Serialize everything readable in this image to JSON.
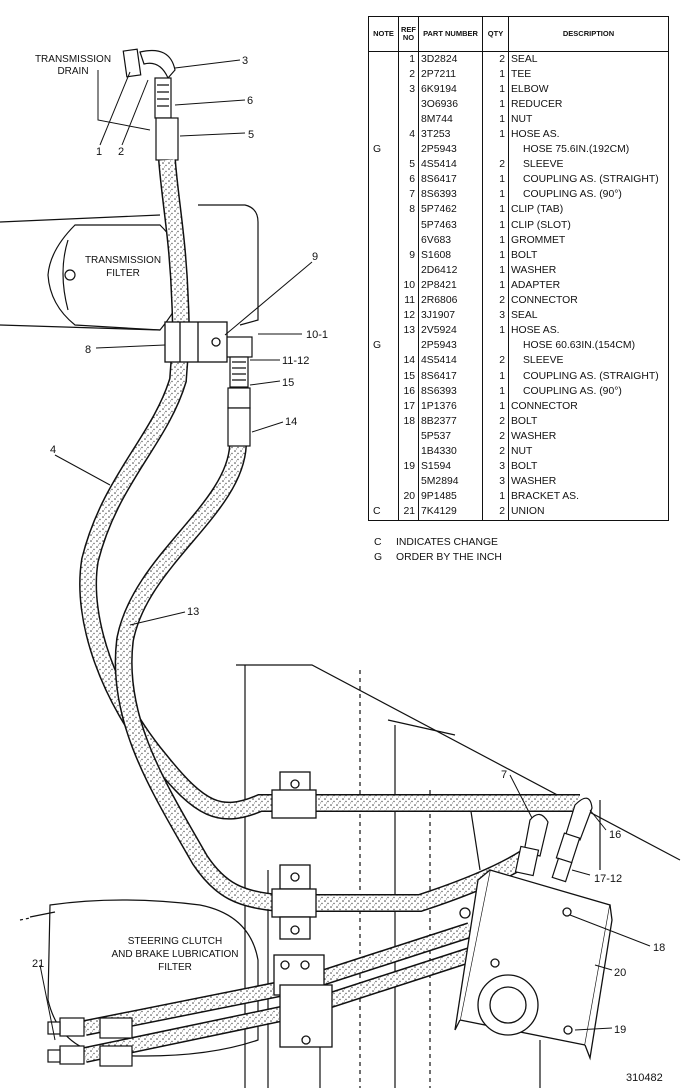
{
  "table": {
    "headers": {
      "note": "NOTE",
      "ref_no": "REF NO",
      "part_number": "PART NUMBER",
      "qty": "QTY",
      "description": "DESCRIPTION"
    },
    "rows": [
      {
        "note": "",
        "ref": "1",
        "part": "3D2824",
        "qty": "2",
        "desc": "SEAL",
        "indent": false
      },
      {
        "note": "",
        "ref": "2",
        "part": "2P7211",
        "qty": "1",
        "desc": "TEE",
        "indent": false
      },
      {
        "note": "",
        "ref": "3",
        "part": "6K9194",
        "qty": "1",
        "desc": "ELBOW",
        "indent": false
      },
      {
        "note": "",
        "ref": "",
        "part": "3O6936",
        "qty": "1",
        "desc": "REDUCER",
        "indent": false
      },
      {
        "note": "",
        "ref": "",
        "part": "8M744",
        "qty": "1",
        "desc": "NUT",
        "indent": false
      },
      {
        "note": "",
        "ref": "4",
        "part": "3T253",
        "qty": "1",
        "desc": "HOSE AS.",
        "indent": false
      },
      {
        "note": "G",
        "ref": "",
        "part": "2P5943",
        "qty": "",
        "desc": "HOSE 75.6IN.(192CM)",
        "indent": true
      },
      {
        "note": "",
        "ref": "5",
        "part": "4S5414",
        "qty": "2",
        "desc": "SLEEVE",
        "indent": true
      },
      {
        "note": "",
        "ref": "6",
        "part": "8S6417",
        "qty": "1",
        "desc": "COUPLING AS. (STRAIGHT)",
        "indent": true
      },
      {
        "note": "",
        "ref": "7",
        "part": "8S6393",
        "qty": "1",
        "desc": "COUPLING AS. (90°)",
        "indent": true
      },
      {
        "note": "",
        "ref": "8",
        "part": "5P7462",
        "qty": "1",
        "desc": "CLIP (TAB)",
        "indent": false
      },
      {
        "note": "",
        "ref": "",
        "part": "5P7463",
        "qty": "1",
        "desc": "CLIP (SLOT)",
        "indent": false
      },
      {
        "note": "",
        "ref": "",
        "part": "6V683",
        "qty": "1",
        "desc": "GROMMET",
        "indent": false
      },
      {
        "note": "",
        "ref": "9",
        "part": "S1608",
        "qty": "1",
        "desc": "BOLT",
        "indent": false
      },
      {
        "note": "",
        "ref": "",
        "part": "2D6412",
        "qty": "1",
        "desc": "WASHER",
        "indent": false
      },
      {
        "note": "",
        "ref": "10",
        "part": "2P8421",
        "qty": "1",
        "desc": "ADAPTER",
        "indent": false
      },
      {
        "note": "",
        "ref": "11",
        "part": "2R6806",
        "qty": "2",
        "desc": "CONNECTOR",
        "indent": false
      },
      {
        "note": "",
        "ref": "12",
        "part": "3J1907",
        "qty": "3",
        "desc": "SEAL",
        "indent": false
      },
      {
        "note": "",
        "ref": "13",
        "part": "2V5924",
        "qty": "1",
        "desc": "HOSE AS.",
        "indent": false
      },
      {
        "note": "G",
        "ref": "",
        "part": "2P5943",
        "qty": "",
        "desc": "HOSE 60.63IN.(154CM)",
        "indent": true
      },
      {
        "note": "",
        "ref": "14",
        "part": "4S5414",
        "qty": "2",
        "desc": "SLEEVE",
        "indent": true
      },
      {
        "note": "",
        "ref": "15",
        "part": "8S6417",
        "qty": "1",
        "desc": "COUPLING AS. (STRAIGHT)",
        "indent": true
      },
      {
        "note": "",
        "ref": "16",
        "part": "8S6393",
        "qty": "1",
        "desc": "COUPLING AS. (90°)",
        "indent": true
      },
      {
        "note": "",
        "ref": "17",
        "part": "1P1376",
        "qty": "1",
        "desc": "CONNECTOR",
        "indent": false
      },
      {
        "note": "",
        "ref": "18",
        "part": "8B2377",
        "qty": "2",
        "desc": "BOLT",
        "indent": false
      },
      {
        "note": "",
        "ref": "",
        "part": "5P537",
        "qty": "2",
        "desc": "WASHER",
        "indent": false
      },
      {
        "note": "",
        "ref": "",
        "part": "1B4330",
        "qty": "2",
        "desc": "NUT",
        "indent": false
      },
      {
        "note": "",
        "ref": "19",
        "part": "S1594",
        "qty": "3",
        "desc": "BOLT",
        "indent": false
      },
      {
        "note": "",
        "ref": "",
        "part": "5M2894",
        "qty": "3",
        "desc": "WASHER",
        "indent": false
      },
      {
        "note": "",
        "ref": "20",
        "part": "9P1485",
        "qty": "1",
        "desc": "BRACKET AS.",
        "indent": false
      },
      {
        "note": "C",
        "ref": "21",
        "part": "7K4129",
        "qty": "2",
        "desc": "UNION",
        "indent": false
      }
    ]
  },
  "legend": [
    {
      "code": "C",
      "text": "INDICATES CHANGE"
    },
    {
      "code": "G",
      "text": "ORDER BY THE INCH"
    }
  ],
  "drawing": {
    "labels": {
      "transmission_drain_1": "TRANSMISSION",
      "transmission_drain_2": "DRAIN",
      "transmission_filter_1": "TRANSMISSION",
      "transmission_filter_2": "FILTER",
      "lube_filter_1": "STEERING CLUTCH",
      "lube_filter_2": "AND BRAKE LUBRICATION",
      "lube_filter_3": "FILTER"
    },
    "callouts": [
      "1",
      "2",
      "3",
      "4",
      "5",
      "6",
      "7",
      "8",
      "9",
      "10-1",
      "11-12",
      "13",
      "14",
      "15",
      "16",
      "17-12",
      "18",
      "19",
      "20",
      "21"
    ]
  },
  "figure_number": "310482"
}
